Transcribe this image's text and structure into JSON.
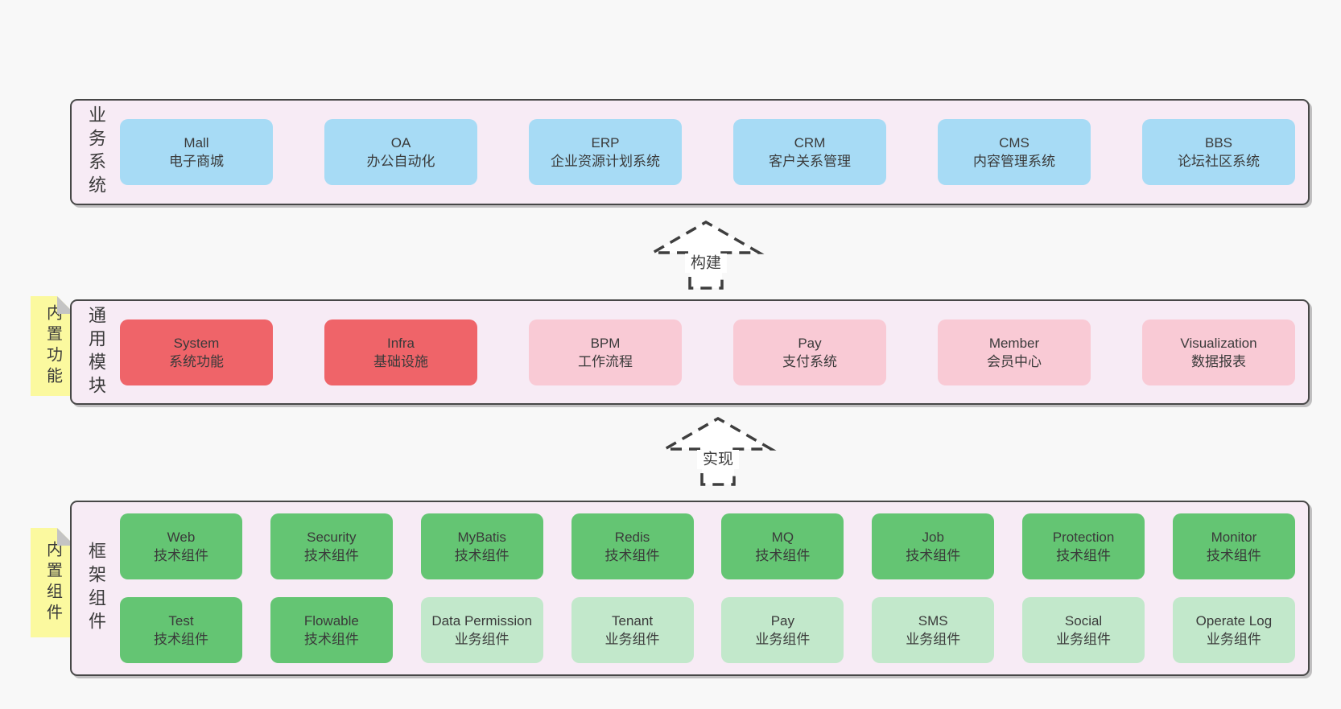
{
  "palette": {
    "page_bg": "#f8f8f8",
    "band_bg": "#f7ebf5",
    "band_border": "#474747",
    "box_blue": "#a7dbf5",
    "box_red": "#ef6469",
    "box_pink": "#f9cad5",
    "box_green": "#64c573",
    "box_green_light": "#c2e8cb",
    "sticky_yellow": "#fbf99f",
    "sticky_fold": "#c4c4c4",
    "arrow_stroke": "#3e3e3e",
    "text": "#3a3a3a"
  },
  "arrows": [
    {
      "label": "构建"
    },
    {
      "label": "实现"
    }
  ],
  "bands": {
    "business": {
      "side_label": "业务系统",
      "boxes": [
        {
          "name": "Mall",
          "desc": "电子商城",
          "variant": "blue"
        },
        {
          "name": "OA",
          "desc": "办公自动化",
          "variant": "blue"
        },
        {
          "name": "ERP",
          "desc": "企业资源计划系统",
          "variant": "blue"
        },
        {
          "name": "CRM",
          "desc": "客户关系管理",
          "variant": "blue"
        },
        {
          "name": "CMS",
          "desc": "内容管理系统",
          "variant": "blue"
        },
        {
          "name": "BBS",
          "desc": "论坛社区系统",
          "variant": "blue"
        }
      ]
    },
    "modules": {
      "side_label": "通用模块",
      "sticky_label": "内置功能",
      "boxes": [
        {
          "name": "System",
          "desc": "系统功能",
          "variant": "red"
        },
        {
          "name": "Infra",
          "desc": "基础设施",
          "variant": "red"
        },
        {
          "name": "BPM",
          "desc": "工作流程",
          "variant": "pink"
        },
        {
          "name": "Pay",
          "desc": "支付系统",
          "variant": "pink"
        },
        {
          "name": "Member",
          "desc": "会员中心",
          "variant": "pink"
        },
        {
          "name": "Visualization",
          "desc": "数据报表",
          "variant": "pink"
        }
      ]
    },
    "framework": {
      "side_label": "框架组件",
      "sticky_label": "内置组件",
      "row1": [
        {
          "name": "Web",
          "desc": "技术组件",
          "variant": "green"
        },
        {
          "name": "Security",
          "desc": "技术组件",
          "variant": "green"
        },
        {
          "name": "MyBatis",
          "desc": "技术组件",
          "variant": "green"
        },
        {
          "name": "Redis",
          "desc": "技术组件",
          "variant": "green"
        },
        {
          "name": "MQ",
          "desc": "技术组件",
          "variant": "green"
        },
        {
          "name": "Job",
          "desc": "技术组件",
          "variant": "green"
        },
        {
          "name": "Protection",
          "desc": "技术组件",
          "variant": "green"
        },
        {
          "name": "Monitor",
          "desc": "技术组件",
          "variant": "green"
        }
      ],
      "row2": [
        {
          "name": "Test",
          "desc": "技术组件",
          "variant": "green"
        },
        {
          "name": "Flowable",
          "desc": "技术组件",
          "variant": "green"
        },
        {
          "name": "Data Permission",
          "desc": "业务组件",
          "variant": "green-light"
        },
        {
          "name": "Tenant",
          "desc": "业务组件",
          "variant": "green-light"
        },
        {
          "name": "Pay",
          "desc": "业务组件",
          "variant": "green-light"
        },
        {
          "name": "SMS",
          "desc": "业务组件",
          "variant": "green-light"
        },
        {
          "name": "Social",
          "desc": "业务组件",
          "variant": "green-light"
        },
        {
          "name": "Operate Log",
          "desc": "业务组件",
          "variant": "green-light"
        }
      ]
    }
  }
}
